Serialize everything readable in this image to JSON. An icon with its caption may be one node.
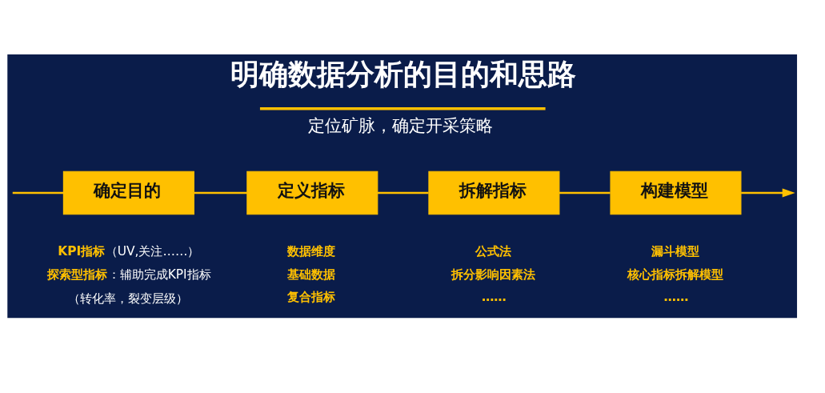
{
  "diagram": {
    "title": "明确数据分析的目的和思路",
    "nodes": [
      {
        "text": [
          "确定目的"
        ],
        "beside": [
          "**KPI指标**（UV,关注……）",
          "**探索型指标**：辅助完成KPI指标",
          "（转化率，裂变层级）"
        ]
      },
      {
        "text": [
          "定义指标"
        ],
        "beside": [
          "数据维度",
          "基础数据",
          "复合指标"
        ]
      },
      {
        "text": [
          "拆解指标"
        ],
        "beside": [
          "公式法",
          "拆分影响因素法",
          "……"
        ]
      },
      {
        "text": [
          "构建模型"
        ],
        "beside": [
          "漏斗模型",
          "核心指标拆解模型",
          "……"
        ]
      }
    ],
    "edges": [
      {
        "from": null,
        "to": 0,
        "arrow": "none"
      },
      {
        "from": 0,
        "to": 1,
        "arrow": "none"
      },
      {
        "from": 1,
        "to": 2,
        "arrow": "none"
      },
      {
        "from": 2,
        "to": 3,
        "arrow": "none"
      },
      {
        "from": 3,
        "to": null,
        "arrow": "to"
      }
    ],
    "labels": [
      "定位矿脉，确定开采策略"
    ]
  }
}
